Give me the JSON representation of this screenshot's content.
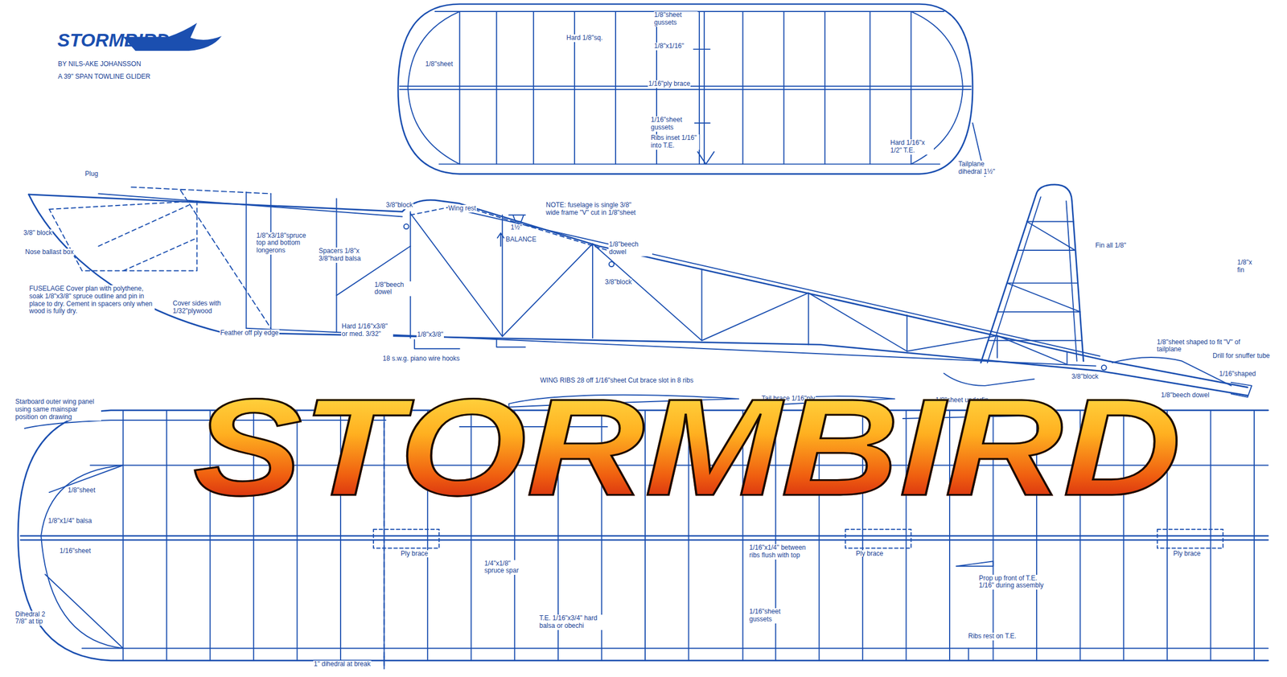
{
  "diagram": {
    "title": "STORMBIRD",
    "labels": [
      "BY NILS-AKE JOHANSSON",
      "A 39\" SPAN TOWLINE GLIDER",
      "1/8\"sheet gussets",
      "Hard 1/8\"sq.",
      "1/8\"x1/16\"",
      "1/8\"sheet",
      "1/16\"ply brace",
      "1/16\"sheet gussets",
      "Ribs inset 1/16\" into T.E.",
      "Hard 1/16\"x 1/2\" T.E.",
      "Tailplane dihedral 1½\"",
      "Plug",
      "3/8\" block",
      "Nose ballast box",
      "1/8\"x3/18\"spruce top and bottom longerons",
      "Spacers 1/8\"x 3/8\"hard balsa",
      "3/8\"block",
      "Wing rest",
      "1½\"",
      "NOTE: fuselage is single 3/8\" wide frame \"V\" cut in 1/8\"sheet",
      "BALANCE",
      "1/8\"beech dowel",
      "3/8\"block",
      "FUSELAGE Cover plan with polythene, soak 1/8\"x3/8\" spruce outline and pin in place to dry. Cement in spacers only when wood is fully dry.",
      "Cover sides with 1/32\"plywood",
      "1/8\"beech dowel",
      "Hard 1/16\"x3/8\" or med. 3/32\"",
      "Feather off ply edge",
      "1/8\"x3/8\"",
      "18 s.w.g. piano wire hooks",
      "Fin all 1/8\"",
      "1/8\"x fin",
      "1/8\"sheet shaped to fit \"V\" of tailplane",
      "Drill for snuffer tube",
      "1/16\"shaped",
      "3/8\"block",
      "1/8\"sheet underfin",
      "1/8\"beech dowel",
      "WING RIBS 28 off 1/16\"sheet Cut brace slot in 8 ribs",
      "Tail brace 1/16\"ply",
      "Starboard outer wing panel using same mainspar position on drawing",
      "1/8\"sheet",
      "1/8\"x1/4\" balsa",
      "1/16\"sheet",
      "Ply brace",
      "1/4\"x1/8\" spruce spar",
      "1/16\"x1/4\" between ribs flush with top",
      "Ply brace",
      "Ply brace",
      "Prop up front of T.E. 1/16\" during assembly",
      "T.E. 1/16\"x3/4\" hard balsa or obechi",
      "1/16\"sheet gussets",
      "Ribs rest on T.E.",
      "Dihedral 2 7/8\" at tip",
      "1\" dihedral at break",
      "STORMBIRD"
    ]
  }
}
